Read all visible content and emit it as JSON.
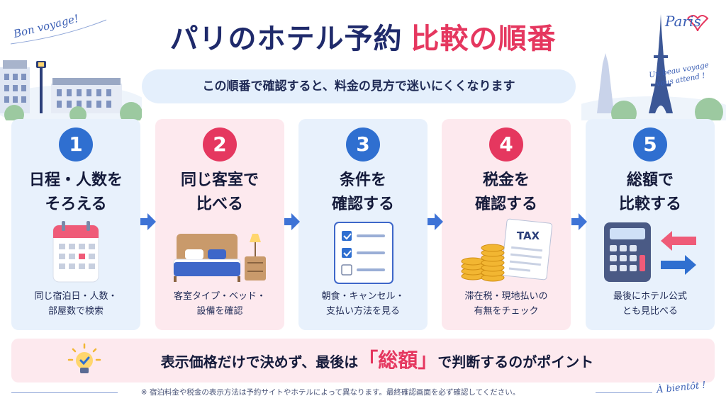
{
  "colors": {
    "navy": "#1f2a6b",
    "accent_pink": "#e5375f",
    "accent_blue": "#2f6fd0",
    "card_blue": "#e8f1fc",
    "card_pink": "#fde9ee"
  },
  "header": {
    "title_part1": "パリのホテル予約",
    "title_part2": "比較の順番",
    "subtitle": "この順番で確認すると、料金の見方で迷いにくくなります"
  },
  "decorations": {
    "bon_voyage": "Bon voyage!",
    "paris": "Paris",
    "un_beau_voyage_1": "Un beau voyage",
    "un_beau_voyage_2": "vous attend !",
    "a_bientot": "À bientôt !"
  },
  "steps": [
    {
      "number": "1",
      "title_1": "日程・人数を",
      "title_2": "そろえる",
      "desc_1": "同じ宿泊日・人数・",
      "desc_2": "部屋数で検索",
      "icon": "calendar-icon"
    },
    {
      "number": "2",
      "title_1": "同じ客室で",
      "title_2": "比べる",
      "desc_1": "客室タイプ・ベッド・",
      "desc_2": "設備を確認",
      "icon": "bed-icon"
    },
    {
      "number": "3",
      "title_1": "条件を",
      "title_2": "確認する",
      "desc_1": "朝食・キャンセル・",
      "desc_2": "支払い方法を見る",
      "icon": "checklist-icon"
    },
    {
      "number": "4",
      "title_1": "税金を",
      "title_2": "確認する",
      "desc_1": "滞在税・現地払いの",
      "desc_2": "有無をチェック",
      "icon": "tax-coins-icon",
      "tax_label": "TAX"
    },
    {
      "number": "5",
      "title_1": "総額で",
      "title_2": "比較する",
      "desc_1": "最後にホテル公式",
      "desc_2": "とも見比べる",
      "icon": "calculator-icon"
    }
  ],
  "banner": {
    "text_before": "表示価格だけで決めず、最後は",
    "highlight": "「総額」",
    "text_after": "で判断するのがポイント"
  },
  "footnote": "※ 宿泊料金や税金の表示方法は予約サイトやホテルによって異なります。最終確認画面を必ず確認してください。"
}
